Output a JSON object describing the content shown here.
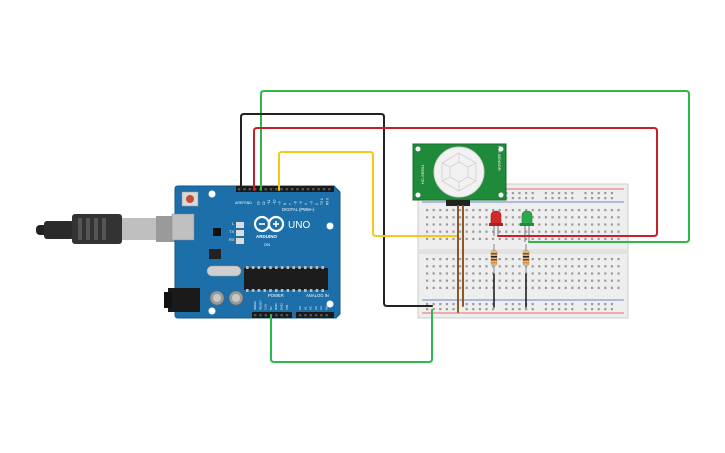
{
  "arduino": {
    "logo_text": "UNO",
    "brand_text": "ARDUINO",
    "header_digital": "DIGITAL (PWM~)",
    "header_power": "POWER",
    "header_analog": "ANALOG IN",
    "label_aref": "AREF",
    "label_gnd": "GND",
    "label_tx": "TX",
    "label_rx": "RX",
    "label_l": "L",
    "label_on": "ON",
    "digital_pins": [
      "13",
      "12",
      "~11",
      "~10",
      "~9",
      "8",
      "7",
      "~6",
      "~5",
      "4",
      "~3",
      "2",
      "TX 1",
      "RX 0"
    ],
    "power_pins": [
      "IOREF",
      "RESET",
      "3.3V",
      "5V",
      "GND",
      "GND",
      "VIN"
    ],
    "analog_pins": [
      "A0",
      "A1",
      "A2",
      "A3",
      "A4",
      "A5"
    ]
  },
  "pir_sensor": {
    "label_left": "HC-SR501",
    "label_right": "PIR SENSOR"
  },
  "colors": {
    "wire_green": "#2fb84a",
    "wire_black": "#222222",
    "wire_red": "#c8202a",
    "wire_yellow": "#f2c81a",
    "wire_brown": "#8a5a2b",
    "board_blue": "#1c6fa8",
    "pir_green": "#1f8a3a",
    "led_red": "#d02a2a",
    "led_green": "#2aa84a"
  }
}
